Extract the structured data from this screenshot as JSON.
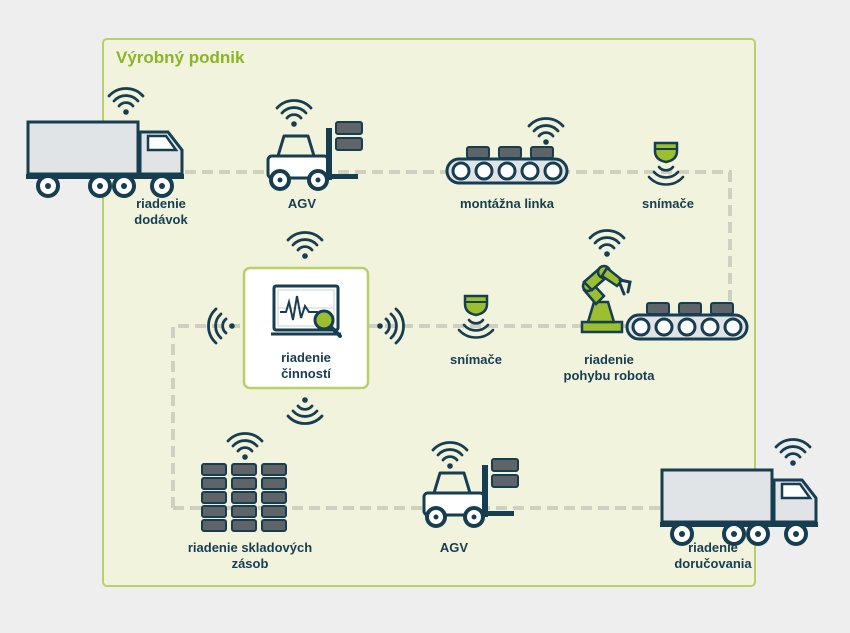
{
  "title": "Výrobný podnik",
  "labels": {
    "supply": [
      "riadenie",
      "dodávok"
    ],
    "agv_top": [
      "AGV"
    ],
    "assembly": [
      "montážna linka"
    ],
    "sensors_top": [
      "snímače"
    ],
    "activity": [
      "riadenie",
      "činností"
    ],
    "sensors_mid": [
      "snímače"
    ],
    "robot": [
      "riadenie",
      "pohybu robota"
    ],
    "inventory": [
      "riadenie skladových",
      "zásob"
    ],
    "agv_bottom": [
      "AGV"
    ],
    "delivery": [
      "riadenie",
      "doručovania"
    ]
  },
  "colors": {
    "background": "#eeeeee",
    "plant_fill": "#f1f3dc",
    "plant_border": "#b8cf6b",
    "title": "#8cb526",
    "dark": "#173d50",
    "truck_fill": "#e1e4e6",
    "crate": "#5e6468",
    "robot": "#9bbf2e",
    "path": "#cfcfc2"
  },
  "icons": [
    "wifi-icon",
    "truck-icon",
    "forklift-icon",
    "conveyor-icon",
    "sensor-icon",
    "robot-arm-icon",
    "monitor-search-icon",
    "pallet-stack-icon"
  ]
}
